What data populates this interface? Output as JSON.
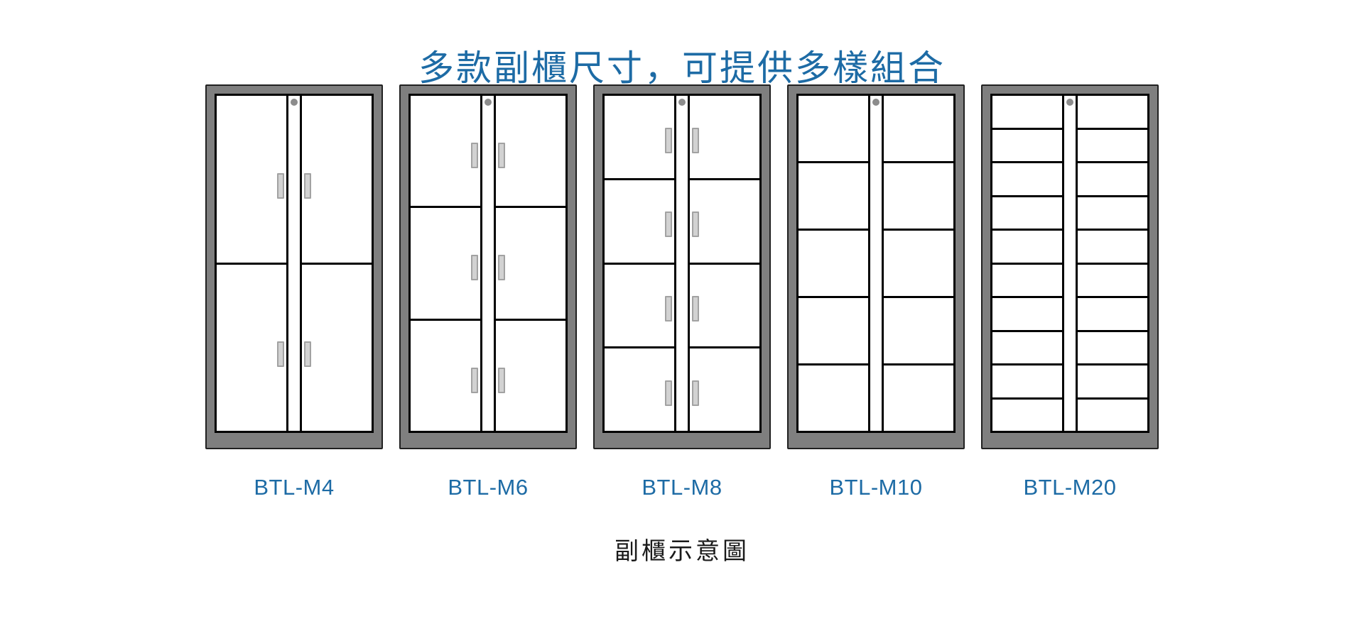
{
  "page": {
    "title": "多款副櫃尺寸，可提供多樣組合",
    "caption": "副櫃示意圖"
  },
  "colors": {
    "background": "#ffffff",
    "accent_blue": "#1d6ba5",
    "caption_text": "#1a1a1a",
    "frame_gray": "#7f7f7f",
    "frame_outline": "#212121",
    "panel_line": "#000000",
    "door_white": "#ffffff",
    "handle_fill": "#d2d2d2",
    "handle_border": "#a2a2a2",
    "lock_gray": "#8c8c8c"
  },
  "cabinets": [
    {
      "model": "BTL-M4",
      "label": "BTL-M4",
      "columns": 2,
      "rows": 2,
      "compartments": 4,
      "has_handles": true,
      "has_lock": true
    },
    {
      "model": "BTL-M6",
      "label": "BTL-M6",
      "columns": 2,
      "rows": 3,
      "compartments": 6,
      "has_handles": true,
      "has_lock": true
    },
    {
      "model": "BTL-M8",
      "label": "BTL-M8",
      "columns": 2,
      "rows": 4,
      "compartments": 8,
      "has_handles": true,
      "has_lock": true
    },
    {
      "model": "BTL-M10",
      "label": "BTL-M10",
      "columns": 2,
      "rows": 5,
      "compartments": 10,
      "has_handles": false,
      "has_lock": true
    },
    {
      "model": "BTL-M20",
      "label": "BTL-M20",
      "columns": 2,
      "rows": 10,
      "compartments": 20,
      "has_handles": false,
      "has_lock": true
    }
  ],
  "icons": {
    "lock_dot": "circle",
    "door_handle": "vertical-bar"
  }
}
